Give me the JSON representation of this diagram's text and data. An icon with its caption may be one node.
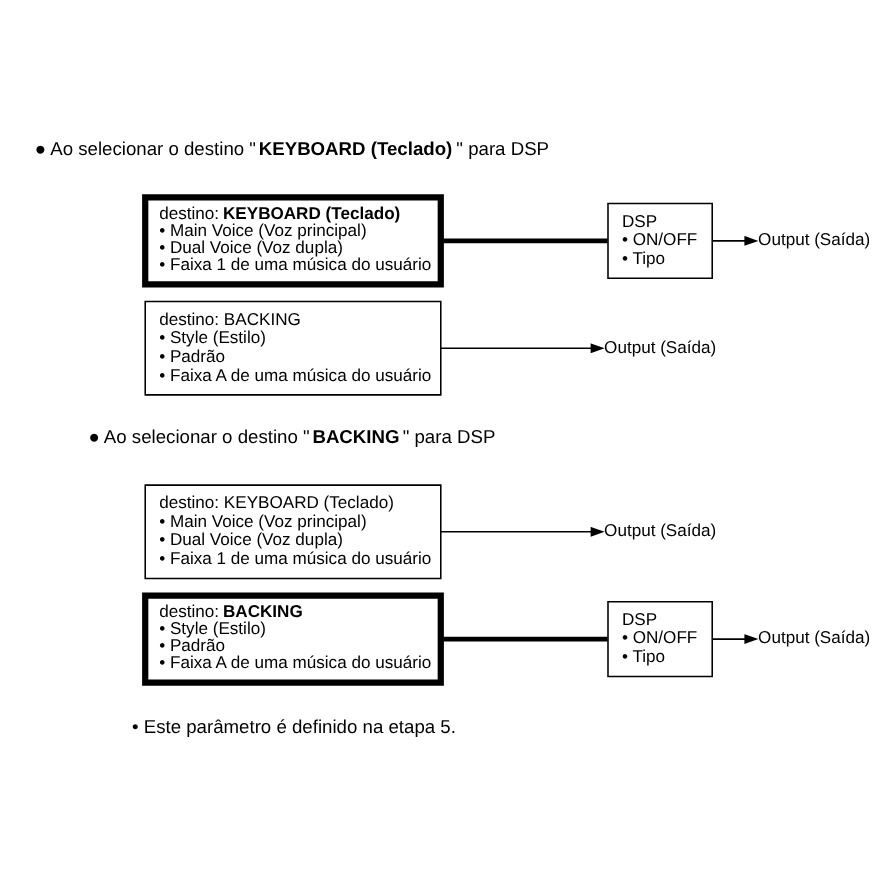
{
  "diagram": {
    "nodes": [
      {
        "text": [
          "destino: **KEYBOARD (Teclado)**",
          "• Main Voice (Voz principal)",
          "• Dual Voice (Voz dupla)",
          "• Faixa 1 de uma música do usuário"
        ]
      },
      {
        "text": [
          "DSP",
          "• ON/OFF",
          "• Tipo"
        ]
      },
      {
        "text": [
          "Output (Saída)"
        ]
      },
      {
        "text": [
          "destino: BACKING",
          "• Style (Estilo)",
          "• Padrão",
          "• Faixa A de uma música do usuário"
        ]
      },
      {
        "text": [
          "Output (Saída)"
        ]
      },
      {
        "text": [
          "destino: KEYBOARD (Teclado)",
          "• Main Voice (Voz principal)",
          "• Dual Voice (Voz dupla)",
          "• Faixa 1 de uma música do usuário"
        ]
      },
      {
        "text": [
          "Output (Saída)"
        ]
      },
      {
        "text": [
          "DSP",
          "• ON/OFF",
          "• Tipo"
        ]
      },
      {
        "text": [
          "Output (Saída)"
        ]
      },
      {
        "text": [
          "destino: **BACKING**",
          "• Style (Estilo)",
          "• Padrão",
          "• Faixa A de uma música do usuário"
        ]
      }
    ],
    "edges": [
      {
        "from": 0,
        "to": 1,
        "arrow": "none",
        "style": "thick"
      },
      {
        "from": 1,
        "to": 2,
        "arrow": "to"
      },
      {
        "from": 3,
        "to": 4,
        "arrow": "to"
      },
      {
        "from": 5,
        "to": 6,
        "arrow": "to"
      },
      {
        "from": 9,
        "to": 7,
        "arrow": "none",
        "style": "thick"
      },
      {
        "from": 7,
        "to": 8,
        "arrow": "to"
      }
    ],
    "labels": [
      "● Ao selecionar o destino \"**KEYBOARD (Teclado)**\" para DSP",
      "● Ao selecionar o destino \"**BACKING**\" para DSP",
      "• Este parâmetro é definido na etapa 5."
    ]
  }
}
